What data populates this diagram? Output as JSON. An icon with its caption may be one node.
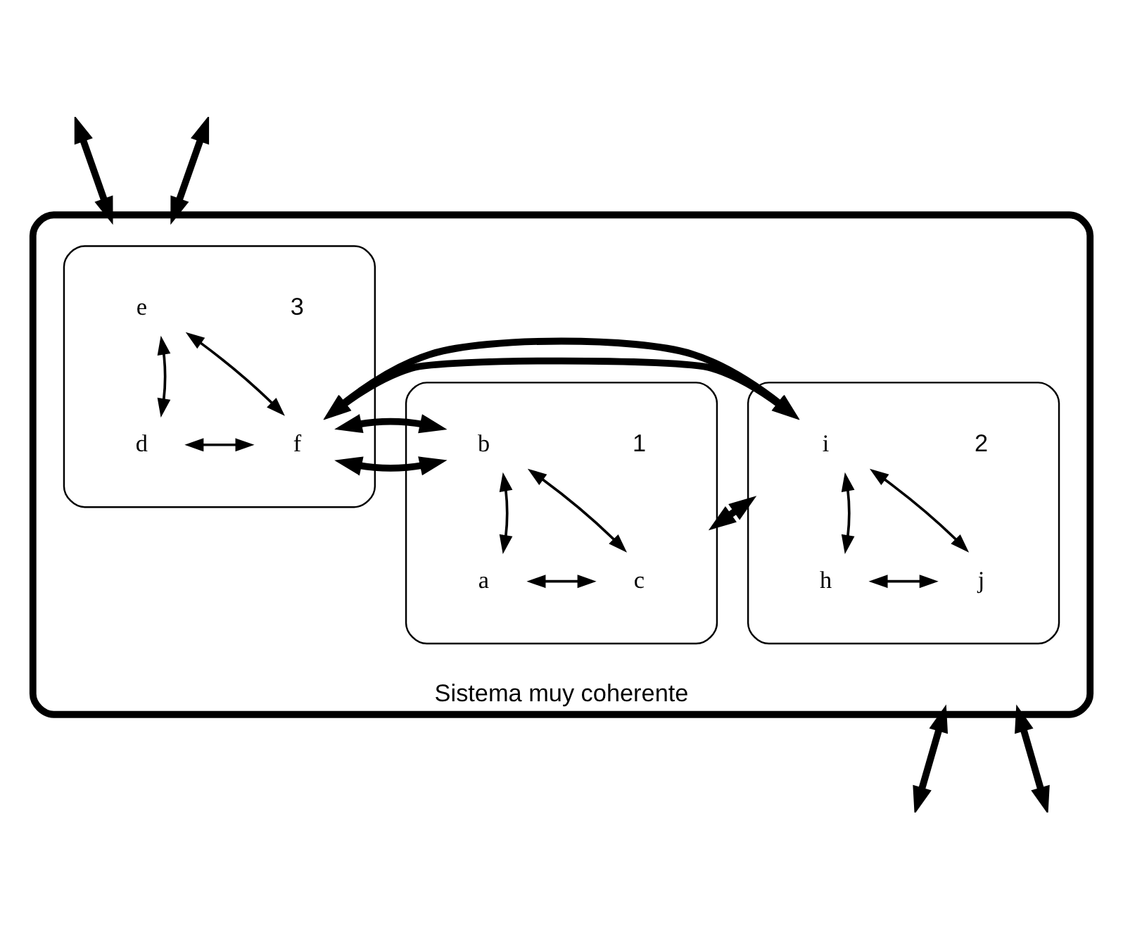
{
  "diagram": {
    "nodes": [
      {
        "text": [
          "Sistema muy coherente"
        ]
      },
      {
        "text": [],
        "shape": "ellipse",
        "in": 0,
        "beside": [
          "3"
        ]
      },
      {
        "text": [
          "e"
        ],
        "in": 1
      },
      {
        "text": [
          "d"
        ],
        "in": 1
      },
      {
        "text": [
          "f"
        ],
        "in": 1
      },
      {
        "text": [],
        "shape": "ellipse",
        "in": 0,
        "beside": [
          "1"
        ]
      },
      {
        "text": [
          "b"
        ],
        "in": 5
      },
      {
        "text": [
          "a"
        ],
        "in": 5
      },
      {
        "text": [
          "c"
        ],
        "in": 5
      },
      {
        "text": [],
        "shape": "ellipse",
        "in": 0,
        "beside": [
          "2"
        ]
      },
      {
        "text": [
          "i"
        ],
        "in": 9
      },
      {
        "text": [
          "h"
        ],
        "in": 9
      },
      {
        "text": [
          "j"
        ],
        "in": 9
      }
    ],
    "edges": [
      {
        "from": 3,
        "to": 2,
        "arrow": "both"
      },
      {
        "from": 2,
        "to": 4,
        "arrow": "both"
      },
      {
        "from": 3,
        "to": 4,
        "arrow": "both"
      },
      {
        "from": 7,
        "to": 6,
        "arrow": "both"
      },
      {
        "from": 6,
        "to": 8,
        "arrow": "both"
      },
      {
        "from": 7,
        "to": 8,
        "arrow": "both"
      },
      {
        "from": 11,
        "to": 10,
        "arrow": "both"
      },
      {
        "from": 10,
        "to": 12,
        "arrow": "both"
      },
      {
        "from": 11,
        "to": 12,
        "arrow": "both"
      },
      {
        "from": 1,
        "to": 5,
        "arrow": "both",
        "style": "thick"
      },
      {
        "from": 1,
        "to": 9,
        "arrow": "both",
        "style": "thick"
      },
      {
        "from": 5,
        "to": 9,
        "arrow": "both",
        "style": "thick"
      },
      {
        "from": null,
        "to": 0,
        "arrow": "both",
        "style": "thick"
      },
      {
        "from": null,
        "to": 0,
        "arrow": "both",
        "style": "thick"
      },
      {
        "from": 0,
        "to": null,
        "arrow": "both",
        "style": "thick"
      },
      {
        "from": 0,
        "to": null,
        "arrow": "both",
        "style": "thick"
      }
    ]
  }
}
